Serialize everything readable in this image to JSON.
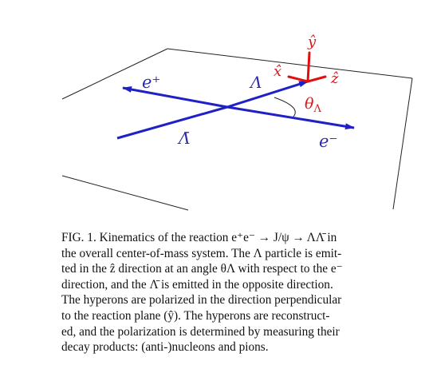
{
  "figure": {
    "labels": {
      "e_plus": "e⁺",
      "e_minus": "e⁻",
      "lambda": "Λ",
      "lambda_bar": "Λ̄",
      "theta": "θΛ",
      "theta_main": "θ",
      "theta_sub": "Λ",
      "x_hat": "x̂",
      "y_hat": "ŷ",
      "z_hat": "ẑ"
    },
    "colors": {
      "blue": "#2020c8",
      "blue_label": "#2a2aa8",
      "red": "#e01010",
      "plane": "#222222"
    }
  },
  "caption": {
    "lines": [
      "FIG. 1. Kinematics of the reaction e⁺e⁻ → J/ψ → ΛΛ̄ in",
      "the overall center-of-mass system. The Λ particle is emit-",
      "ted in the ẑ direction at an angle θΛ with respect to the e⁻",
      "direction, and the Λ̄ is emitted in the opposite direction.",
      "The hyperons are polarized in the direction perpendicular",
      "to the reaction plane (ŷ). The hyperons are reconstruct-",
      "ed, and the polarization is determined by measuring their",
      "decay products: (anti-)nucleons and pions."
    ]
  }
}
